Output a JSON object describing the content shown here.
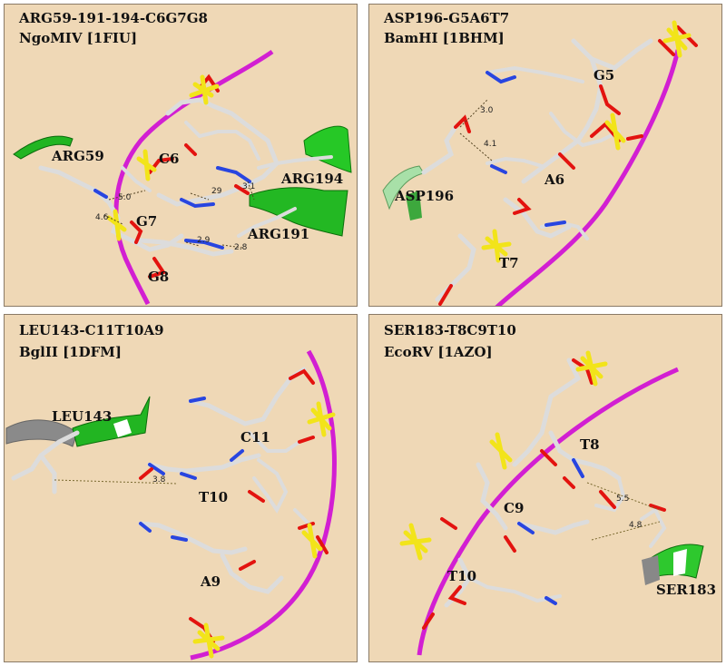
{
  "panels": [
    {
      "title": "ARG59-191-194-C6G7G8",
      "enzyme": "NgoMIV [1FIU]",
      "labels": [
        "ARG59",
        "C6",
        "ARG194",
        "G7",
        "ARG191",
        "G8"
      ],
      "distances": [
        "5.0",
        "4.6",
        "29",
        "3.1",
        "2.9",
        "2.8"
      ]
    },
    {
      "title": "ASP196-G5A6T7",
      "enzyme": "BamHI [1BHM]",
      "labels": [
        "G5",
        "A6",
        "ASP196",
        "T7"
      ],
      "distances": [
        "3.0",
        "4.1"
      ]
    },
    {
      "title": "LEU143-C11T10A9",
      "enzyme": "BglII [1DFM]",
      "labels": [
        "LEU143",
        "C11",
        "T10",
        "A9"
      ],
      "distances": [
        "3.8"
      ]
    },
    {
      "title": "SER183-T8C9T10",
      "enzyme": "EcoRV [1AZO]",
      "labels": [
        "T8",
        "C9",
        "SER183",
        "T10"
      ],
      "distances": [
        "5.5",
        "4.8"
      ]
    }
  ],
  "colors": {
    "background": "#efd8b6",
    "backbone": "#d21fd2",
    "protein_ribbon": "#22c322",
    "carbon": "#dcdcdc",
    "oxygen": "#e3130f",
    "nitrogen": "#2845e0",
    "phosphorus": "#f2e41a"
  }
}
